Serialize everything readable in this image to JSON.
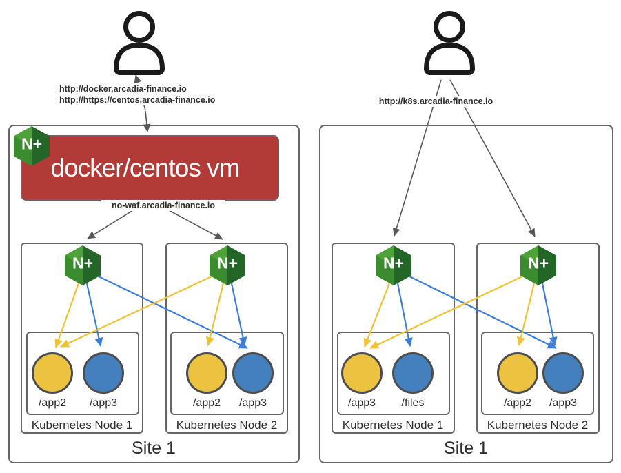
{
  "colors": {
    "vm_red": "#B23B38",
    "pod_yellow": "#ECC340",
    "pod_blue": "#4480BD",
    "arrow_yellow": "#F0C236",
    "arrow_blue": "#3F7ED8",
    "box_border": "#666666",
    "connector_gray": "#595959",
    "nginx_light": "#4FA139",
    "nginx_mid": "#3B8B2F",
    "nginx_dark": "#236627",
    "text_dark": "#2E2E2E",
    "vm_text": "#FFFFFF"
  },
  "nginx": {
    "label": "N+"
  },
  "left": {
    "user_urls": {
      "line1": "http://docker.arcadia-finance.io",
      "line2": "http://https://centos.arcadia-finance.io"
    },
    "vm_label": "docker/centos vm",
    "waf_url": "no-waf.arcadia-finance.io",
    "site_label": "Site 1",
    "nodes": [
      {
        "label": "Kubernetes Node 1",
        "pods": [
          {
            "label": "/app2",
            "color": "yellow"
          },
          {
            "label": "/app3",
            "color": "blue"
          }
        ]
      },
      {
        "label": "Kubernetes Node 2",
        "pods": [
          {
            "label": "/app2",
            "color": "yellow"
          },
          {
            "label": "/app3",
            "color": "blue"
          }
        ]
      }
    ]
  },
  "right": {
    "user_url": "http://k8s.arcadia-finance.io",
    "site_label": "Site 1",
    "nodes": [
      {
        "label": "Kubernetes Node 1",
        "pods": [
          {
            "label": "/app3",
            "color": "yellow"
          },
          {
            "label": "/files",
            "color": "blue"
          }
        ]
      },
      {
        "label": "Kubernetes Node 2",
        "pods": [
          {
            "label": "/app2",
            "color": "yellow"
          },
          {
            "label": "/app3",
            "color": "blue"
          }
        ]
      }
    ]
  }
}
